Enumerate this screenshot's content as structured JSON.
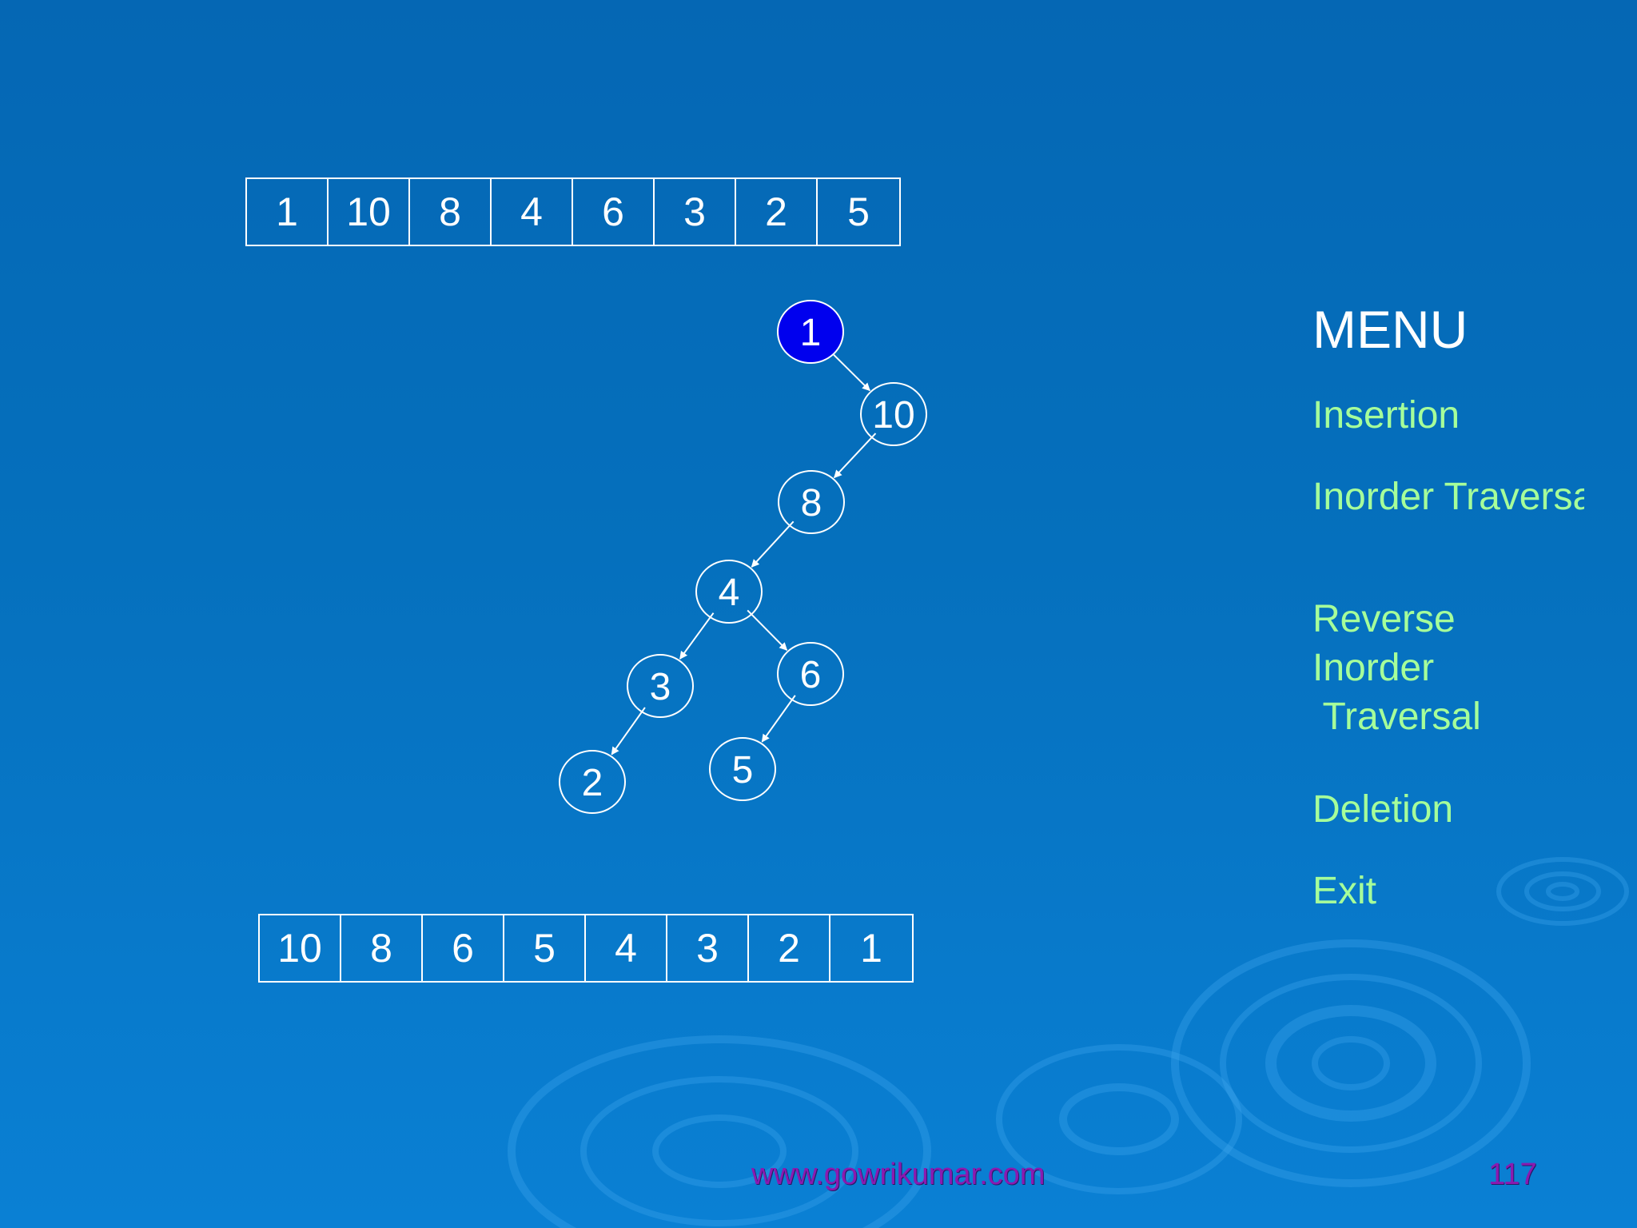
{
  "arrays": {
    "top": [
      "1",
      "10",
      "8",
      "4",
      "6",
      "3",
      "2",
      "5"
    ],
    "bottom": [
      "10",
      "8",
      "6",
      "5",
      "4",
      "3",
      "2",
      "1"
    ]
  },
  "tree": {
    "nodes": [
      {
        "id": "n1",
        "label": "1",
        "highlighted": true
      },
      {
        "id": "n10",
        "label": "10",
        "highlighted": false
      },
      {
        "id": "n8",
        "label": "8",
        "highlighted": false
      },
      {
        "id": "n4",
        "label": "4",
        "highlighted": false
      },
      {
        "id": "n3",
        "label": "3",
        "highlighted": false
      },
      {
        "id": "n6",
        "label": "6",
        "highlighted": false
      },
      {
        "id": "n2",
        "label": "2",
        "highlighted": false
      },
      {
        "id": "n5",
        "label": "5",
        "highlighted": false
      }
    ],
    "edges": [
      {
        "from": "n1",
        "to": "n10"
      },
      {
        "from": "n10",
        "to": "n8"
      },
      {
        "from": "n8",
        "to": "n4"
      },
      {
        "from": "n4",
        "to": "n3"
      },
      {
        "from": "n4",
        "to": "n6"
      },
      {
        "from": "n3",
        "to": "n2"
      },
      {
        "from": "n6",
        "to": "n5"
      }
    ],
    "highlight_color": "#0000ee"
  },
  "menu": {
    "title": "MENU",
    "insertion": "Insertion",
    "inorder": "Inorder Traversal",
    "reverse_line1": "Reverse",
    "reverse_line2": "Inorder",
    "reverse_line3": " Traversal",
    "deletion": "Deletion",
    "exit": "Exit"
  },
  "footer": {
    "url": "www.gowrikumar.com",
    "page_number": "117"
  },
  "colors": {
    "menu_item": "#a6ff9a",
    "footer_text": "#8b1ab0"
  }
}
